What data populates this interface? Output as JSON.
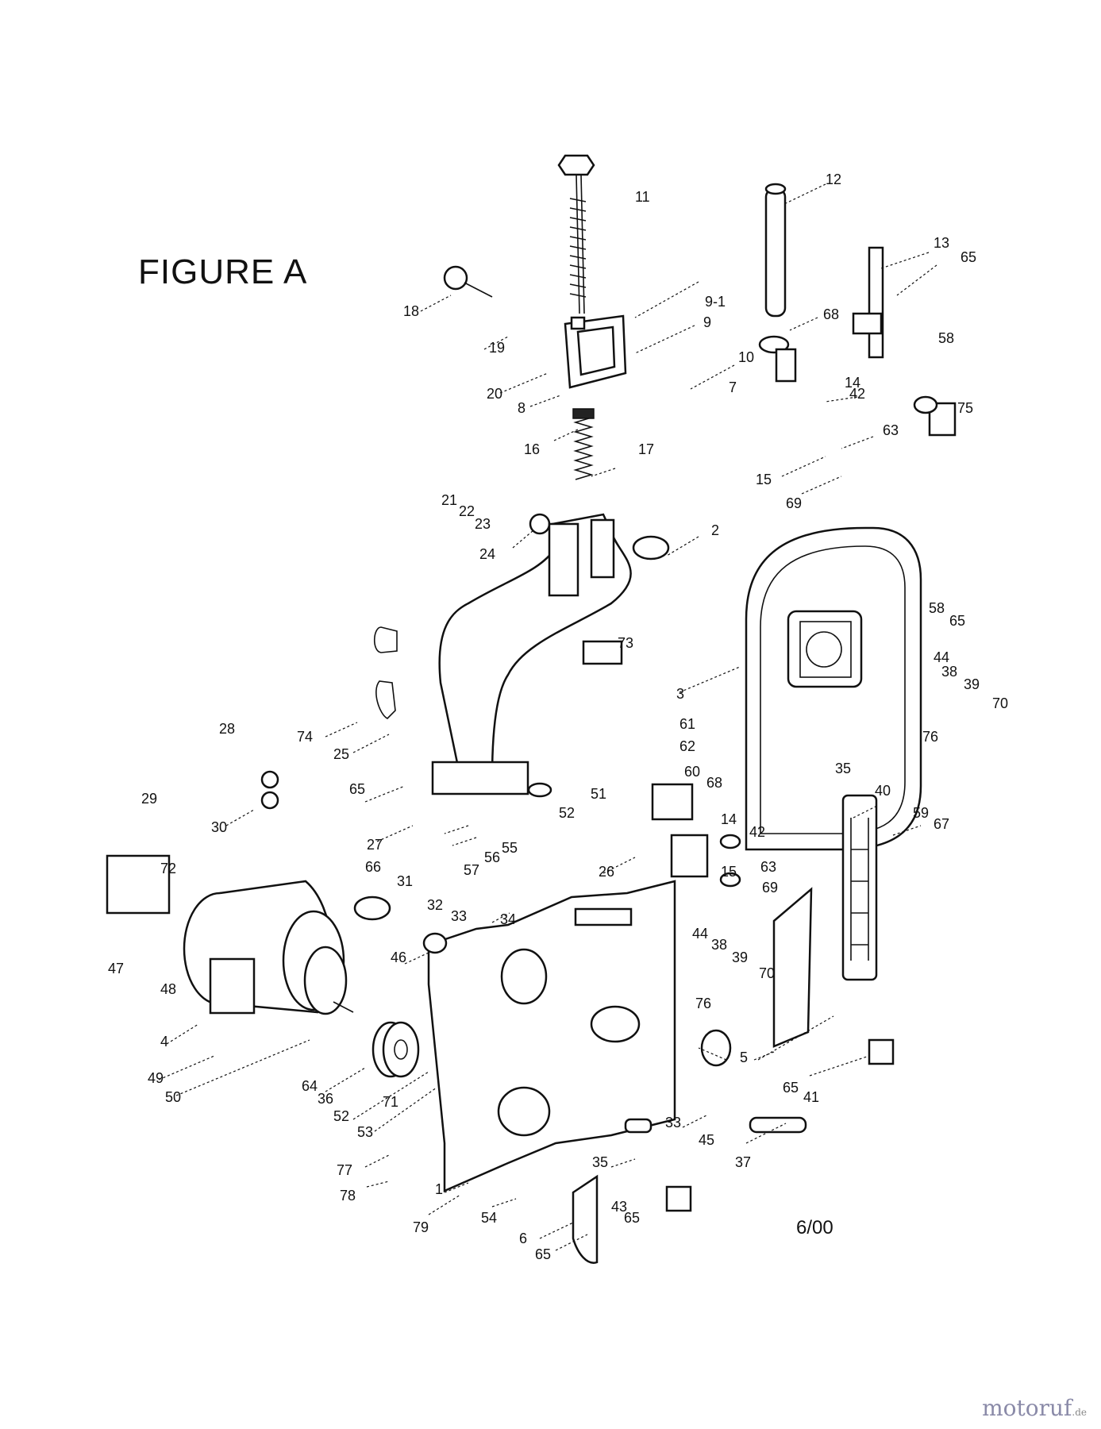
{
  "title": "FIGURE A",
  "date_code": "6/00",
  "watermark": {
    "text": "motoruf",
    "suffix": ".de"
  },
  "labels": [
    "1",
    "2",
    "3",
    "4",
    "5",
    "6",
    "7",
    "8",
    "9",
    "9-1",
    "10",
    "11",
    "12",
    "13",
    "14",
    "14",
    "15",
    "15",
    "16",
    "17",
    "18",
    "19",
    "20",
    "21",
    "22",
    "23",
    "24",
    "25",
    "26",
    "27",
    "28",
    "29",
    "30",
    "31",
    "32",
    "33",
    "33",
    "34",
    "35",
    "35",
    "36",
    "37",
    "38",
    "38",
    "39",
    "39",
    "40",
    "41",
    "42",
    "42",
    "43",
    "44",
    "44",
    "45",
    "46",
    "47",
    "48",
    "49",
    "50",
    "51",
    "52",
    "52",
    "53",
    "54",
    "55",
    "56",
    "57",
    "58",
    "58",
    "59",
    "60",
    "61",
    "62",
    "63",
    "63",
    "64",
    "65",
    "65",
    "65",
    "65",
    "65",
    "65",
    "66",
    "67",
    "68",
    "68",
    "69",
    "69",
    "70",
    "70",
    "71",
    "72",
    "73",
    "74",
    "75",
    "76",
    "76",
    "77",
    "78",
    "79"
  ]
}
